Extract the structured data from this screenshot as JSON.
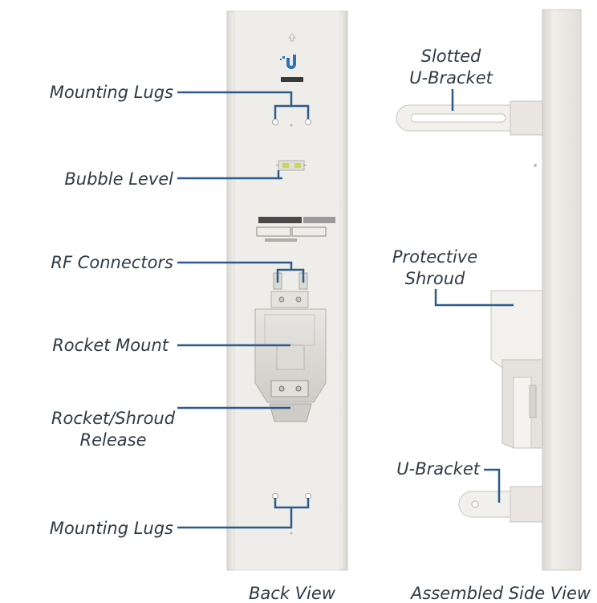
{
  "labels": {
    "mounting_lugs_top": "Mounting Lugs",
    "bubble_level": "Bubble Level",
    "rf_connectors": "RF Connectors",
    "rocket_mount": "Rocket Mount",
    "release_line1": "Rocket/Shroud",
    "release_line2": "Release",
    "mounting_lugs_bottom": "Mounting Lugs",
    "slotted_line1": "Slotted",
    "slotted_line2": "U-Bracket",
    "shroud_line1": "Protective",
    "shroud_line2": "Shroud",
    "u_bracket": "U-Bracket"
  },
  "captions": {
    "back_view": "Back View",
    "side_view": "Assembled Side View"
  },
  "colors": {
    "leader": "#2a5b8c",
    "antenna_body": "#eceae6",
    "antenna_edge": "#d6d3ce",
    "text": "#2f3a44"
  },
  "icons": {
    "logo": "ubiquiti-u-logo",
    "arrow": "up-arrow-icon"
  }
}
